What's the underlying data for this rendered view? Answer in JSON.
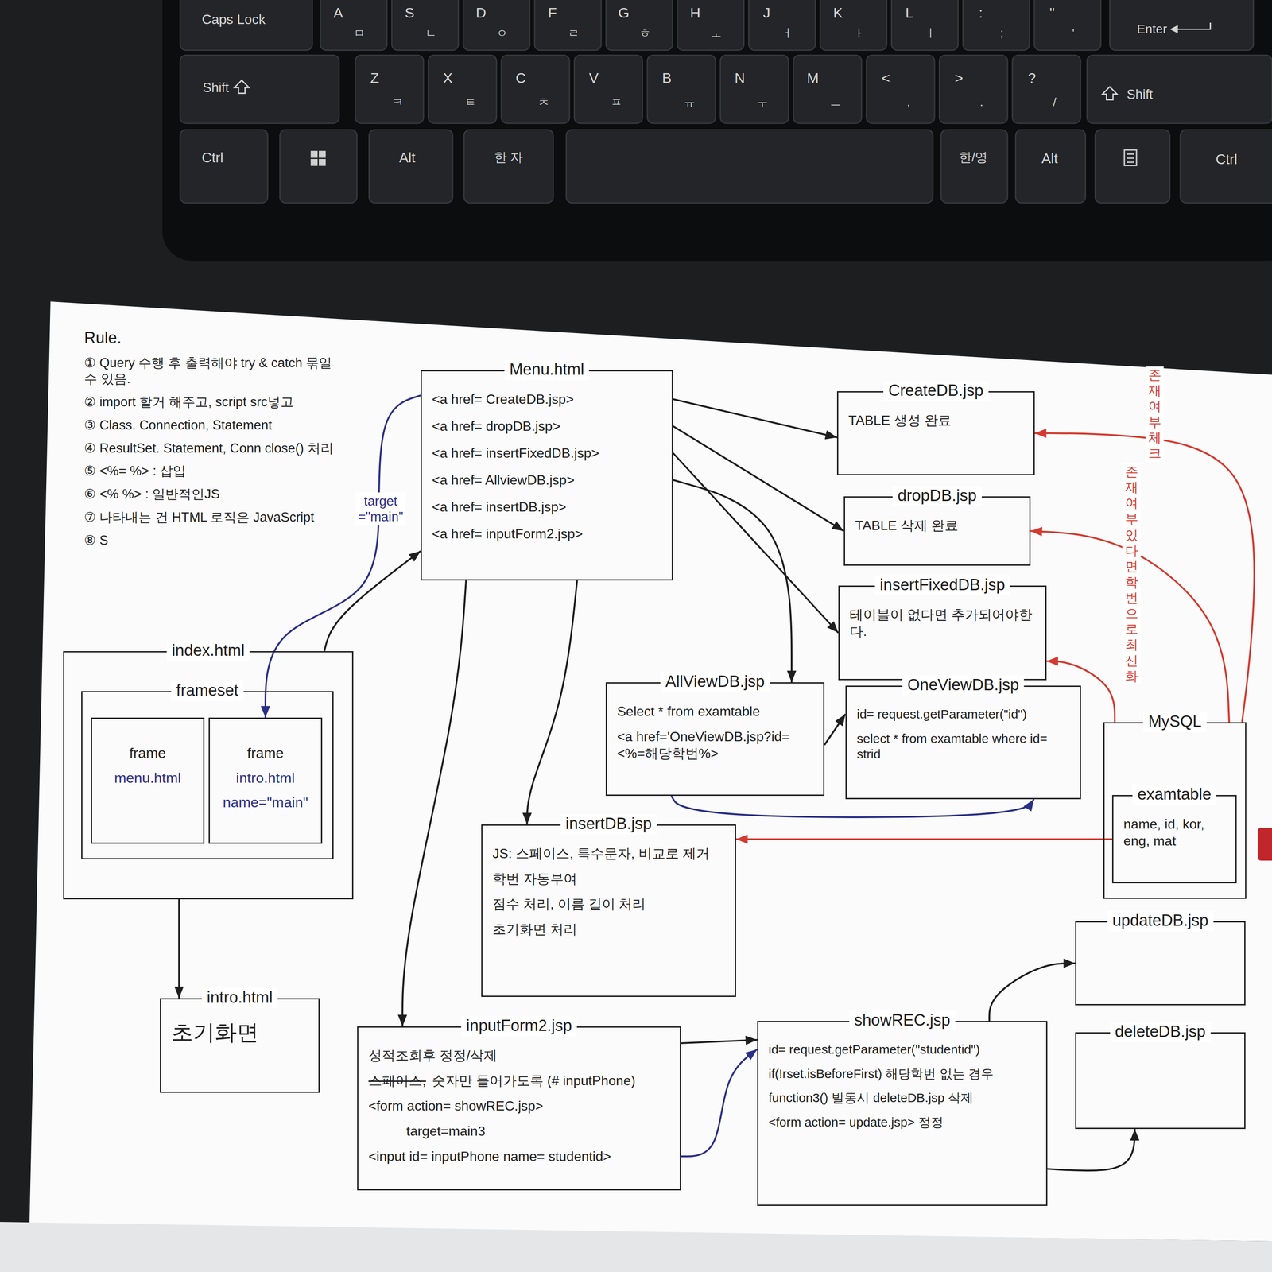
{
  "diagram": {
    "nodes": [
      {
        "text": [
          "Menu.html",
          "<a href= CreateDB.jsp>",
          "<a href= dropDB.jsp>",
          "<a href= insertFixedDB.jsp>",
          "<a href= AllviewDB.jsp>",
          "<a href= insertDB.jsp>",
          "<a href= inputForm2.jsp>"
        ]
      },
      {
        "text": [
          "CreateDB.jsp",
          "TABLE 생성 완료"
        ]
      },
      {
        "text": [
          "dropDB.jsp",
          "TABLE 삭제 완료"
        ]
      },
      {
        "text": [
          "insertFixedDB.jsp",
          "테이블이 없다면 추가되어야한다."
        ]
      },
      {
        "text": [
          "index.html"
        ]
      },
      {
        "text": [
          "frameset"
        ],
        "in": 4
      },
      {
        "text": [
          "frame",
          "menu.html"
        ],
        "in": 5
      },
      {
        "text": [
          "frame",
          "intro.html",
          "name=\"main\""
        ],
        "in": 5
      },
      {
        "text": [
          "AllViewDB.jsp",
          "Select * from examtable",
          "<a href='OneViewDB.jsp?id= <%=해당학번%>"
        ]
      },
      {
        "text": [
          "OneViewDB.jsp",
          "id= request.getParameter(\"id\")",
          "select * from examtable where id= strid"
        ]
      },
      {
        "text": [
          "MySQL"
        ]
      },
      {
        "text": [
          "examtable",
          "name, id, kor, eng, mat"
        ],
        "in": 10
      },
      {
        "text": [
          "insertDB.jsp",
          "JS: 스페이스, 특수문자, 비교로 제거",
          "학번 자동부여",
          "점수 처리, 이름 길이 처리",
          "초기화면 처리"
        ]
      },
      {
        "text": [
          "updateDB.jsp"
        ]
      },
      {
        "text": [
          "intro.html",
          "초기화면"
        ]
      },
      {
        "text": [
          "inputForm2.jsp",
          "성적조회후 정정/삭제",
          "스페이스,",
          "숫자만 들어가도록 (# inputPhone)",
          "<form action= showREC.jsp>",
          "target=main3",
          "<input id= inputPhone name= studentid>"
        ]
      },
      {
        "text": [
          "showREC.jsp",
          "id= request.getParameter(\"studentid\")",
          "if(!rset.isBeforeFirst) 해당학번 없는 경우",
          "function3() 발동시 deleteDB.jsp 삭제",
          "<form action= update.jsp> 정정"
        ]
      },
      {
        "text": [
          "deleteDB.jsp"
        ]
      }
    ],
    "edges": [
      {
        "from": 0,
        "to": 1,
        "arrow": "to"
      },
      {
        "from": 0,
        "to": 2,
        "arrow": "to"
      },
      {
        "from": 0,
        "to": 3,
        "arrow": "to"
      },
      {
        "from": 0,
        "to": 8,
        "arrow": "to"
      },
      {
        "from": 0,
        "to": 12,
        "arrow": "to"
      },
      {
        "from": 0,
        "to": 15,
        "arrow": "to"
      },
      {
        "from": 0,
        "to": 7,
        "label": "target =\"main\"",
        "arrow": "to"
      },
      {
        "from": 4,
        "to": 0,
        "arrow": "to"
      },
      {
        "from": 4,
        "to": 14,
        "arrow": "to"
      },
      {
        "from": 10,
        "to": 1,
        "label": "존재여부 체크",
        "arrow": "to"
      },
      {
        "from": 10,
        "to": 2,
        "label": "존재여부 체크",
        "arrow": "to"
      },
      {
        "from": 10,
        "to": 3,
        "label": "있다면 학번으로 최신화",
        "arrow": "to"
      },
      {
        "from": 11,
        "to": 12,
        "arrow": "to"
      },
      {
        "from": 8,
        "to": 9,
        "arrow": "to"
      },
      {
        "from": 8,
        "to": 9,
        "arrow": "to"
      },
      {
        "from": 15,
        "to": 16,
        "arrow": "to"
      },
      {
        "from": 15,
        "to": 16,
        "arrow": "to"
      },
      {
        "from": 16,
        "to": 13,
        "arrow": "to"
      },
      {
        "from": 16,
        "to": 17,
        "arrow": "to"
      }
    ],
    "labels": [
      "Rule.",
      "① Query 수행 후 출력해야 try & catch 묶일수 있음.",
      "② import 할거 해주고, script src넣고",
      "③ Class. Connection, Statement",
      "④ ResultSet. Statement, Conn close() 처리",
      "⑤ <%= %> : 삽입",
      "⑥ <% %> : 일반적인JS",
      "⑦ 나타내는 건 HTML 로직은 JavaScript",
      "⑧ S",
      "Caps Lock",
      "A",
      "ㅁ",
      "S",
      "ㄴ",
      "D",
      "ㅇ",
      "F",
      "ㄹ",
      "G",
      "ㅎ",
      "H",
      "ㅗ",
      "J",
      "ㅓ",
      "K",
      "ㅏ",
      "L",
      "ㅣ",
      ":",
      ";",
      "\"",
      "'",
      "Enter",
      "Shift",
      "Z",
      "ㅋ",
      "X",
      "ㅌ",
      "C",
      "ㅊ",
      "V",
      "ㅍ",
      "B",
      "ㅠ",
      "N",
      "ㅜ",
      "M",
      "ㅡ",
      "<",
      ",",
      ">",
      ".",
      "?",
      "/",
      "Shift",
      "Ctrl",
      "Alt",
      "한 자",
      "한/영",
      "Alt",
      "Ctrl"
    ]
  }
}
